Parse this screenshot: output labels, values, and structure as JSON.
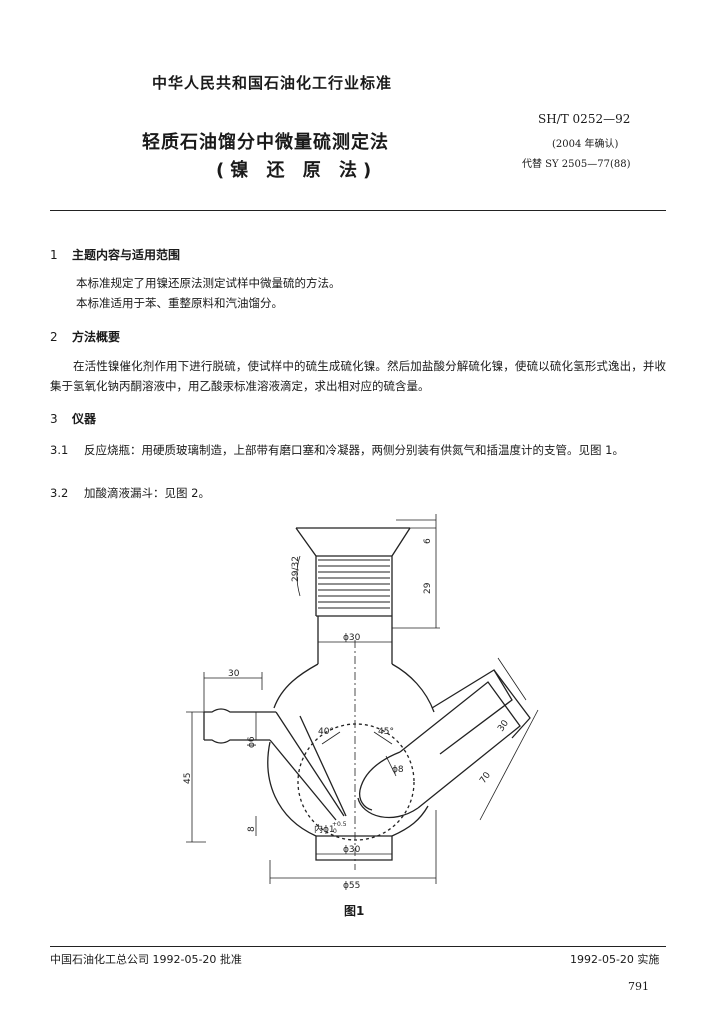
{
  "header": {
    "org_title": "中华人民共和国石油化工行业标准",
    "std_code": "SH/T 0252—92",
    "confirm_note": "(2004 年确认)",
    "replaces": "代替 SY 2505—77(88)"
  },
  "title": {
    "main": "轻质石油馏分中微量硫测定法",
    "sub": "(镍 还 原 法)"
  },
  "sections": [
    {
      "num": "1",
      "heading": "主题内容与适用范围",
      "paragraphs": [
        "本标准规定了用镍还原法测定试样中微量硫的方法。",
        "本标准适用于苯、重整原料和汽油馏分。"
      ]
    },
    {
      "num": "2",
      "heading": "方法概要",
      "paragraphs": [
        "在活性镍催化剂作用下进行脱硫，使试样中的硫生成硫化镍。然后加盐酸分解硫化镍，使硫以硫化氢形式逸出，并收集于氢氧化钠丙酮溶液中，用乙酸汞标准溶液滴定，求出相对应的硫含量。"
      ]
    },
    {
      "num": "3",
      "heading": "仪器",
      "items": [
        {
          "num": "3.1",
          "text": "反应烧瓶：用硬质玻璃制造，上部带有磨口塞和冷凝器，两侧分别装有供氮气和插温度计的支管。见图 1。"
        },
        {
          "num": "3.2",
          "text": "加酸滴液漏斗：见图 2。"
        }
      ]
    }
  ],
  "figure": {
    "caption": "图1",
    "labels": {
      "joint": "29/32",
      "d_neck": "ϕ30",
      "d_bottom": "ϕ30",
      "d_body": "ϕ55",
      "w_side": "30",
      "h_tube": "ϕ6",
      "h_45": "45",
      "h_8": "8",
      "angle_left": "40°",
      "angle_right": "45°",
      "d_right": "ϕ8",
      "tip": "内ϕ1",
      "tip_tol_up": "+0.5",
      "tip_tol_dn": "0",
      "top_6": "6",
      "top_29": "29",
      "len_right1": "30",
      "len_right2": "70"
    }
  },
  "footer": {
    "left": "中国石油化工总公司 1992-05-20 批准",
    "right": "1992-05-20 实施",
    "page": "791"
  }
}
